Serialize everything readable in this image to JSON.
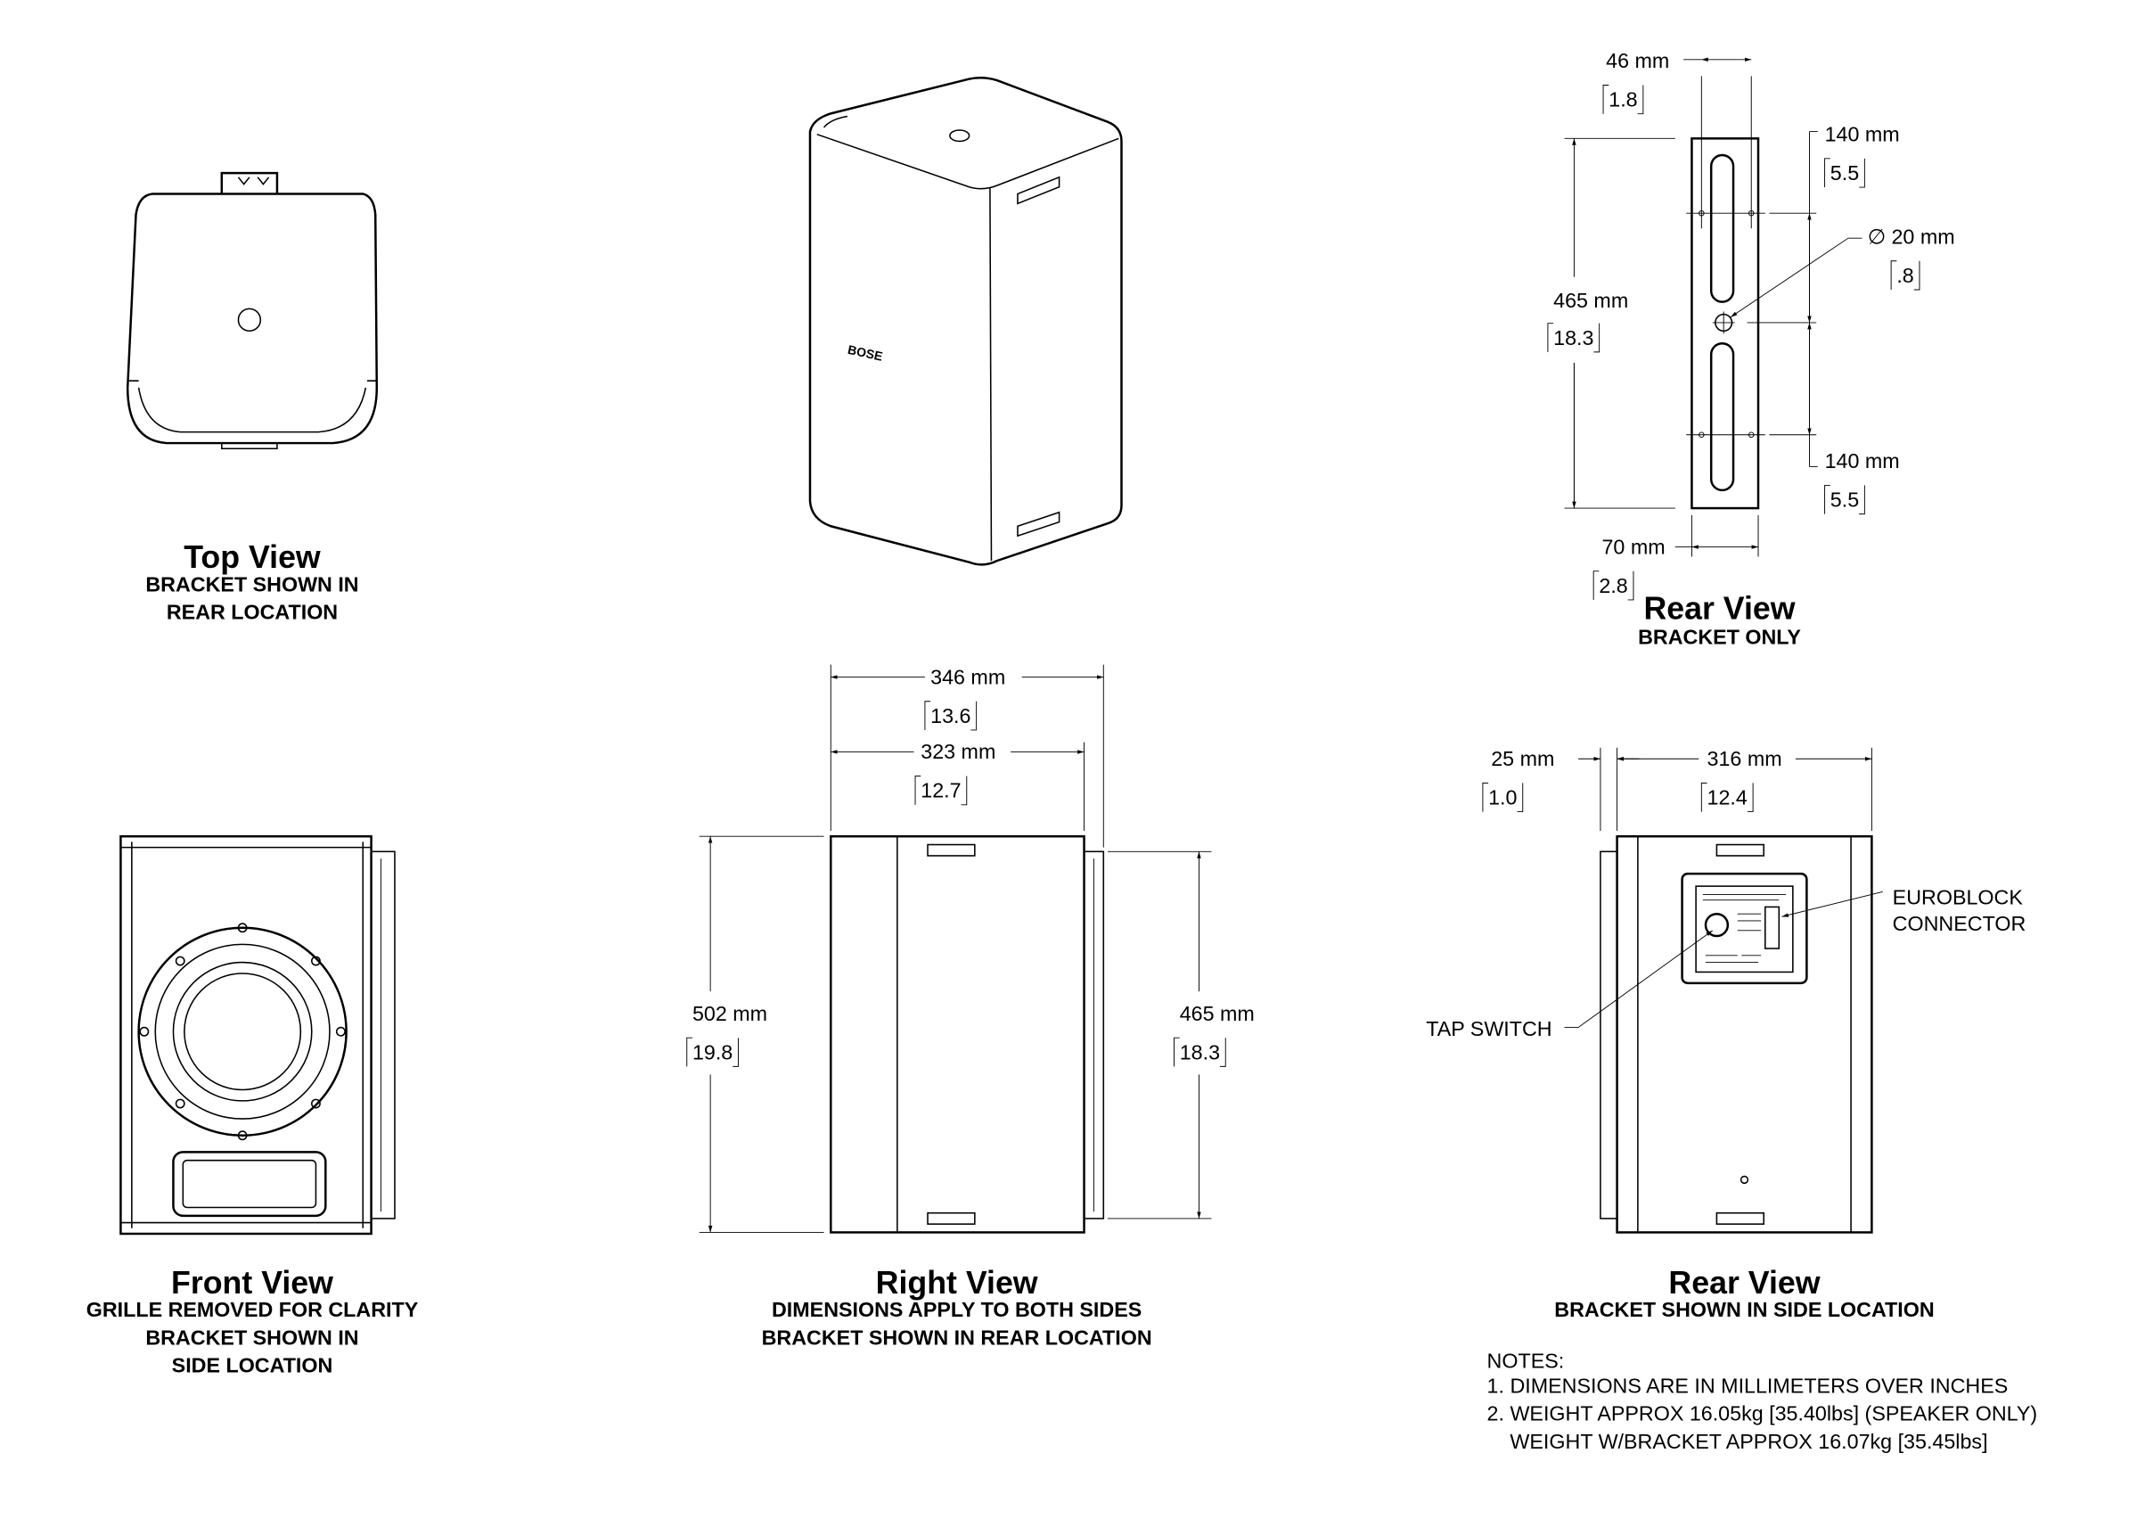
{
  "views": {
    "top": {
      "title": "Top View",
      "sub": [
        "BRACKET SHOWN IN",
        "REAR LOCATION"
      ]
    },
    "iso": {
      "logo": "BOSE"
    },
    "rear_bracket": {
      "title": "Rear View",
      "sub": [
        "BRACKET ONLY"
      ],
      "dims": {
        "width_top": {
          "mm": "46 mm",
          "in": "1.8"
        },
        "height": {
          "mm": "465 mm",
          "in": "18.3"
        },
        "spacing_top": {
          "mm": "140 mm",
          "in": "5.5"
        },
        "hole": {
          "mm": "∅ 20 mm",
          "in": ".8"
        },
        "spacing_bottom": {
          "mm": "140 mm",
          "in": "5.5"
        },
        "width_bottom": {
          "mm": "70 mm",
          "in": "2.8"
        }
      }
    },
    "front": {
      "title": "Front View",
      "sub": [
        "GRILLE REMOVED FOR CLARITY",
        "BRACKET SHOWN IN",
        "SIDE LOCATION"
      ]
    },
    "right": {
      "title": "Right View",
      "sub": [
        "DIMENSIONS APPLY TO BOTH SIDES",
        "BRACKET SHOWN IN REAR LOCATION"
      ],
      "dims": {
        "depth_total": {
          "mm": "346 mm",
          "in": "13.6"
        },
        "depth": {
          "mm": "323 mm",
          "in": "12.7"
        },
        "height": {
          "mm": "502 mm",
          "in": "19.8"
        },
        "bracket_height": {
          "mm": "465 mm",
          "in": "18.3"
        }
      }
    },
    "rear_side": {
      "title": "Rear View",
      "sub": [
        "BRACKET SHOWN IN SIDE LOCATION"
      ],
      "dims": {
        "bracket": {
          "mm": "25 mm",
          "in": "1.0"
        },
        "width": {
          "mm": "316 mm",
          "in": "12.4"
        }
      },
      "callouts": {
        "euroblock": [
          "EUROBLOCK",
          "CONNECTOR"
        ],
        "tap": "TAP SWITCH"
      }
    }
  },
  "notes": {
    "heading": "NOTES:",
    "items": [
      "1. DIMENSIONS ARE IN MILLIMETERS OVER INCHES",
      "2. WEIGHT APPROX 16.05kg [35.40lbs] (SPEAKER ONLY)",
      "    WEIGHT W/BRACKET APPROX 16.07kg [35.45lbs]"
    ]
  }
}
